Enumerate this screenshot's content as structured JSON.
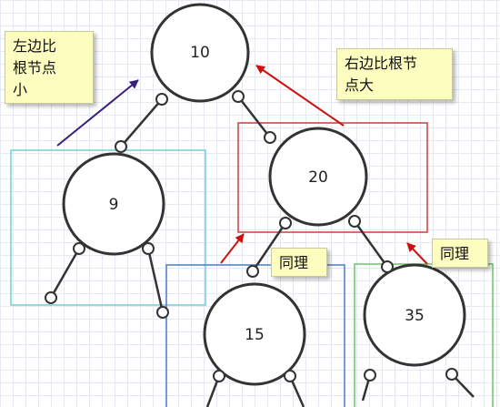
{
  "nodes": [
    {
      "id": "n10",
      "label": "10"
    },
    {
      "id": "n9",
      "label": "9"
    },
    {
      "id": "n20",
      "label": "20"
    },
    {
      "id": "n15",
      "label": "15"
    },
    {
      "id": "n35",
      "label": "35"
    }
  ],
  "notes": {
    "left_smaller": "左边比\n根节点\n小",
    "right_larger": "右边比根节\n点大",
    "same_left": "同理",
    "same_right": "同理"
  },
  "colors": {
    "left_arrow": "#3a1f7a",
    "right_arrow": "#cc1111",
    "box_left": "#6fd0d0",
    "box_right": "#d43a3a",
    "box_15": "#4a7fc4",
    "box_35": "#6cc46c",
    "note_fill": "#fdfdc0"
  }
}
